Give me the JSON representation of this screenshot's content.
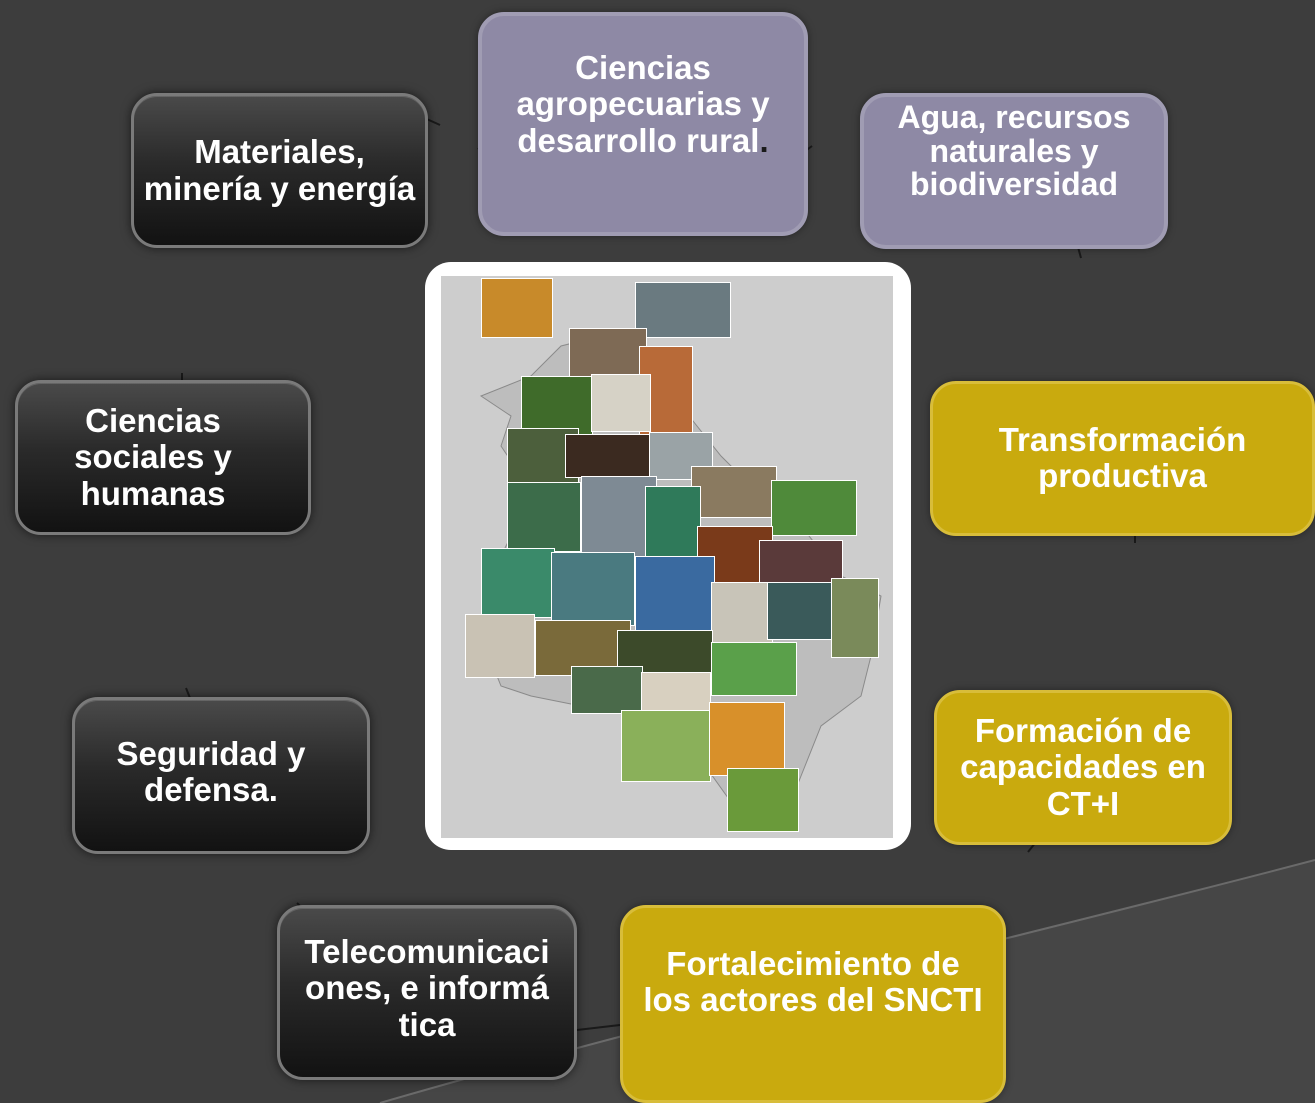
{
  "nodes": {
    "materiales": "Materiales, minería y energía",
    "agropecuarias_main": "Ciencias agropecuarias y desarrollo rural",
    "agropecuarias_period": ".",
    "agua": "Agua, recursos naturales y biodiversidad",
    "sociales": "Ciencias sociales y humanas",
    "transformacion": "Transformación productiva",
    "seguridad": "Seguridad y defensa.",
    "formacion": "Formación de capacidades en CT+I",
    "telecom": "Telecomunicaciones, e informática",
    "fortalecimiento": "Fortalecimiento de los actores del SNCTI"
  },
  "center_image": {
    "description_icon": "photo-collage-map-icon"
  },
  "colors": {
    "background": "#3d3d3d",
    "dark_box": "#1e1e1e",
    "purple_box": "#8e89a5",
    "gold_box": "#c9aa0e",
    "text": "#ffffff"
  }
}
